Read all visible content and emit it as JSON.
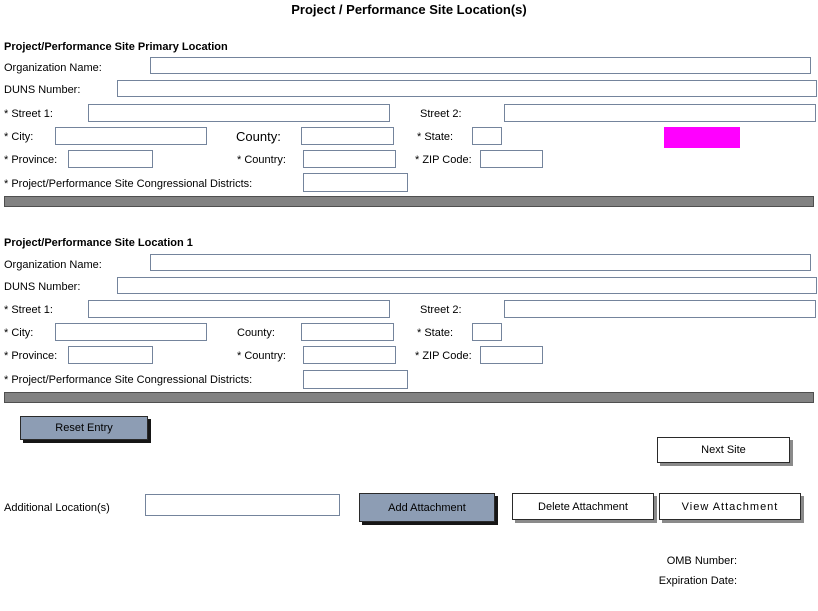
{
  "title": "Project / Performance Site Location(s)",
  "field_labels": {
    "organization_name": "Organization Name:",
    "duns_number": "DUNS Number:",
    "street1": "* Street 1:",
    "street2": "Street 2:",
    "city": "* City:",
    "county": "County:",
    "state": "* State:",
    "province": "* Province:",
    "country": "* Country:",
    "zip_code": "* ZIP Code:",
    "congressional_districts": "* Project/Performance Site Congressional Districts:"
  },
  "sections": [
    {
      "heading": "Project/Performance Site Primary Location"
    },
    {
      "heading": "Project/Performance Site Location 1"
    }
  ],
  "buttons": {
    "reset_entry": "Reset Entry",
    "next_site": "Next Site",
    "add_attachment": "Add Attachment",
    "delete_attachment": "Delete Attachment",
    "view_attachment": "View Attachment"
  },
  "additional_locations": {
    "label": "Additional Location(s)"
  },
  "footer": {
    "omb_number": "OMB Number:",
    "expiration_date": "Expiration Date:"
  },
  "colors": {
    "highlight": "#ff00ff",
    "button_gray": "#8d9db4",
    "divider_bar": "#828282"
  }
}
